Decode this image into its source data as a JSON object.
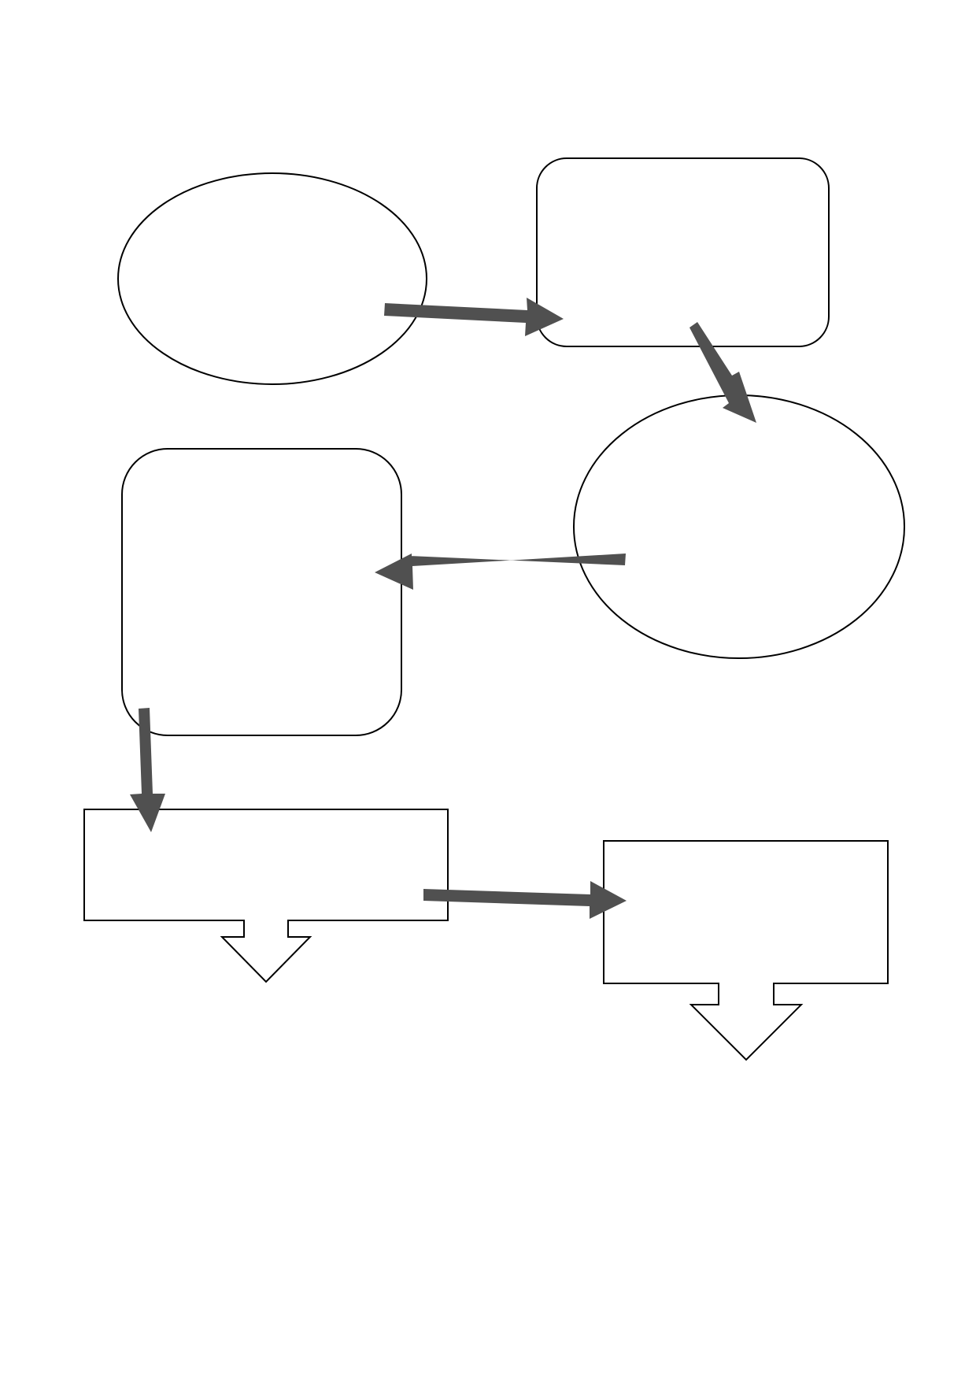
{
  "diagram": {
    "type": "flowchart-template",
    "colors": {
      "background": "#ffffff",
      "shape_stroke": "#000000",
      "arrow_fill": "#505050"
    },
    "nodes": [
      {
        "id": "n1",
        "shape": "ellipse",
        "text": ""
      },
      {
        "id": "n2",
        "shape": "rounded-rectangle",
        "text": ""
      },
      {
        "id": "n3",
        "shape": "ellipse",
        "text": ""
      },
      {
        "id": "n4",
        "shape": "rounded-rectangle",
        "text": ""
      },
      {
        "id": "n5",
        "shape": "down-arrow-callout",
        "text": ""
      },
      {
        "id": "n6",
        "shape": "down-arrow-callout",
        "text": ""
      }
    ],
    "edges": [
      {
        "from": "n1",
        "to": "n2"
      },
      {
        "from": "n2",
        "to": "n3"
      },
      {
        "from": "n3",
        "to": "n4"
      },
      {
        "from": "n4",
        "to": "n5"
      },
      {
        "from": "n5",
        "to": "n6"
      }
    ]
  }
}
